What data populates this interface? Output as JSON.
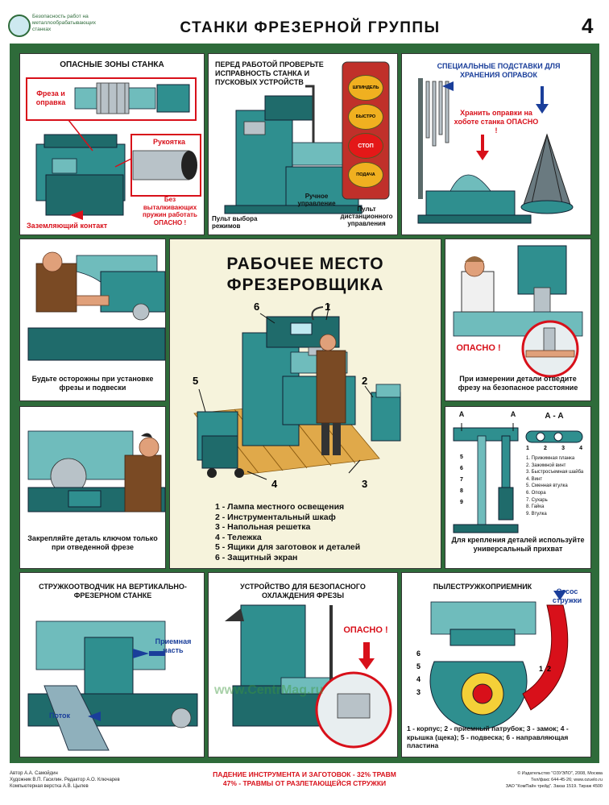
{
  "header": {
    "logo_text": "Безопасность работ на металлообрабатывающих станках",
    "title": "СТАНКИ ФРЕЗЕРНОЙ ГРУППЫ",
    "sheet_number": "4"
  },
  "panels": {
    "danger_zones": {
      "title": "ОПАСНЫЕ ЗОНЫ СТАНКА",
      "cutter_label": "Фреза и оправка",
      "handle_label": "Рукоятка",
      "spring_warning": "Без выталкивающих пружин работать ОПАСНО !",
      "ground_label": "Заземляющий контакт"
    },
    "check_before_work": {
      "title": "ПЕРЕД РАБОТОЙ ПРОВЕРЬТЕ ИСПРАВНОСТЬ СТАНКА И ПУСКОВЫХ УСТРОЙСТВ",
      "buttons": [
        "ШПИНДЕЛЬ",
        "БЫСТРО",
        "СТОП",
        "ПОДАЧА"
      ],
      "manual_control": "Ручное управление",
      "mode_panel": "Пульт выбора режимов",
      "remote_panel": "Пульт дистанционного управления"
    },
    "stands": {
      "title": "СПЕЦИАЛЬНЫЕ ПОДСТАВКИ ДЛЯ ХРАНЕНИЯ ОПРАВОК",
      "warning": "Хранить оправки на хоботе станка ОПАСНО !"
    },
    "careful_install": {
      "caption": "Будьте осторожны при установке фрезы и подвески"
    },
    "workplace": {
      "title": "РАБОЧЕЕ МЕСТО ФРЕЗЕРОВЩИКА",
      "numbers": [
        "1",
        "2",
        "3",
        "4",
        "5",
        "6"
      ],
      "legend": [
        "1 - Лампа местного освещения",
        "2 - Инструментальный шкаф",
        "3 - Напольная решетка",
        "4 - Тележка",
        "5 - Ящики для заготовок и деталей",
        "6 - Защитный экран"
      ]
    },
    "measure": {
      "danger": "ОПАСНО !",
      "caption": "При измерении детали отведите фрезу на безопасное расстояние"
    },
    "fasten": {
      "caption": "Закрепляйте деталь ключом только при отведенной фрезе"
    },
    "clamp": {
      "section_labels": [
        "A",
        "A",
        "А - А"
      ],
      "numbers": [
        "1",
        "2",
        "3",
        "4",
        "5",
        "6",
        "7",
        "8",
        "9"
      ],
      "parts": [
        "1. Прижимная планка",
        "2. Зажимной винт",
        "3. Быстросъемная шайба",
        "4. Винт",
        "5. Сменная втулка",
        "6. Опора",
        "7. Сухарь",
        "8. Гайка",
        "9. Втулка"
      ],
      "caption": "Для крепления деталей используйте универсальный прихват"
    },
    "chip_deflector": {
      "title": "СТРУЖКООТВОДЧИК НА ВЕРТИКАЛЬНО-ФРЕЗЕРНОМ СТАНКЕ",
      "receiver_label": "Приемная часть",
      "flow_label": "Поток"
    },
    "cooling": {
      "title": "УСТРОЙСТВО ДЛЯ БЕЗОПАСНОГО ОХЛАЖДЕНИЯ ФРЕЗЫ",
      "danger": "ОПАСНО !"
    },
    "dust_collector": {
      "title": "ПЫЛЕСТРУЖКОПРИЕМНИК",
      "suction_label": "Отсос стружки",
      "numbers": [
        "6",
        "5",
        "4",
        "3",
        "1",
        "2"
      ],
      "legend": "1 - корпус; 2 - приемный патрубок; 3 - замок; 4 - крышка (щека); 5 - подвеска; 6 - направляющая пластина"
    }
  },
  "watermark": "www.CentrMag.ru",
  "footer": {
    "credits": [
      "Автор А.А. Самойдин",
      "Художник В.П. Гасилин. Редактор А.О. Ключарев",
      "Компьютерная верстка А.В. Цылев"
    ],
    "stats": [
      "ПАДЕНИЕ ИНСТРУМЕНТА И ЗАГОТОВОК - 32% ТРАВМ",
      "47% - ТРАВМЫ ОТ РАЗЛЕТАЮЩЕЙСЯ СТРУЖКИ"
    ],
    "publisher": [
      "© Издательство \"ОЗУЭЛО\", 2008, Москва",
      "Тел/факс 644-45-26; www.ozuelo.ru",
      "ЗАО \"КомПайн трейд\". Заказ 1519. Тираж 4500"
    ]
  },
  "colors": {
    "frame_green": "#2e6b3a",
    "danger_red": "#d8101a",
    "arrow_blue": "#1a3e9a",
    "machine_teal": "#2f8f8f",
    "center_bg": "#f6f3dc"
  }
}
